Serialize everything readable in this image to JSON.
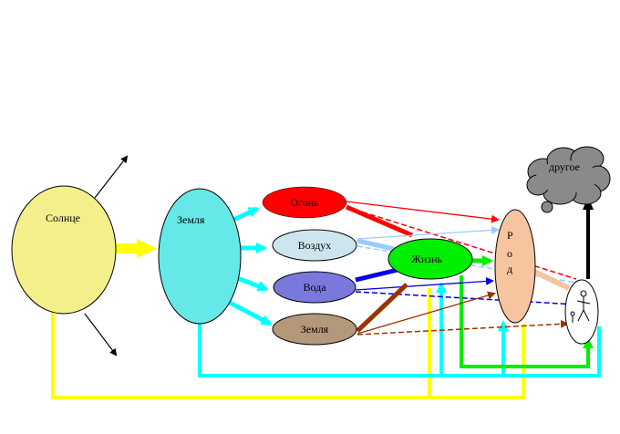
{
  "nodes": {
    "sun": "Солнце",
    "earth_planet": "Земля",
    "fire": "Огонь",
    "air": "Воздух",
    "water": "Вода",
    "earth_element": "Земля",
    "life": "Жизнь",
    "kin_letters": [
      "Р",
      "о",
      "д"
    ],
    "other": "другое"
  },
  "colors": {
    "sun": "#f3f08c",
    "earth_planet": "#66e8e8",
    "fire": "#ff0000",
    "air": "#cde6ee",
    "water": "#7878dd",
    "earth_element": "#b3987a",
    "life": "#00ee00",
    "kin": "#f7c4a0",
    "other": "#8a8a8a",
    "arrow_yellow": "#ffff00",
    "arrow_cyan": "#00ffff",
    "arrow_blue": "#0000ee",
    "arrow_brown": "#993300",
    "arrow_lightblue": "#99ccff",
    "arrow_green": "#00ee00"
  }
}
